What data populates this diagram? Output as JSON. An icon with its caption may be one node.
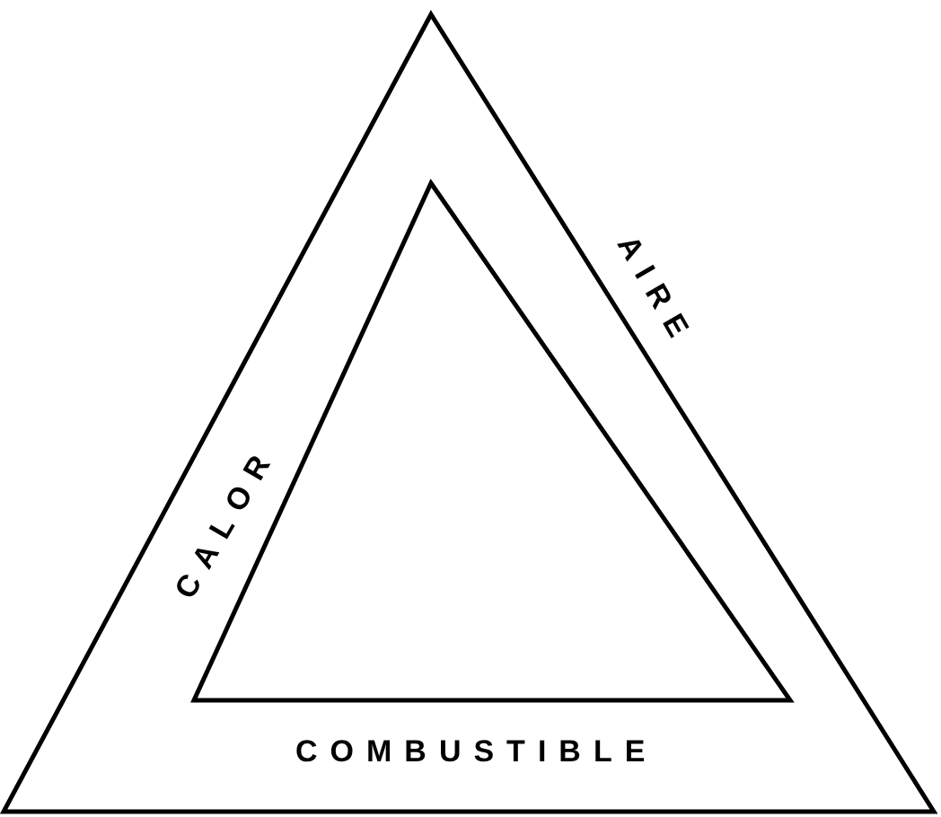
{
  "diagram": {
    "labels": [
      "CALOR",
      "AIRE",
      "COMBUSTIBLE"
    ]
  }
}
